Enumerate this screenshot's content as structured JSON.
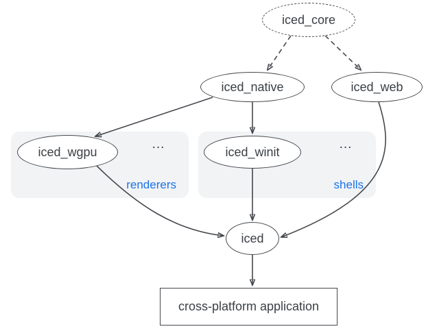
{
  "colors": {
    "stroke": "#44474c",
    "text": "#3a3f44",
    "accent": "#1a73e8",
    "group-fill": "#f1f3f5",
    "node-fill": "#ffffff",
    "bg": "#ffffff"
  },
  "nodes": {
    "iced_core": {
      "label": "iced_core",
      "shape": "ellipse",
      "border": "dashed"
    },
    "iced_native": {
      "label": "iced_native",
      "shape": "ellipse",
      "border": "solid"
    },
    "iced_web": {
      "label": "iced_web",
      "shape": "ellipse",
      "border": "solid"
    },
    "iced_wgpu": {
      "label": "iced_wgpu",
      "shape": "ellipse",
      "border": "solid"
    },
    "iced_winit": {
      "label": "iced_winit",
      "shape": "ellipse",
      "border": "solid"
    },
    "iced": {
      "label": "iced",
      "shape": "ellipse",
      "border": "solid"
    },
    "app": {
      "label": "cross-platform application",
      "shape": "rect",
      "border": "solid"
    }
  },
  "groups": {
    "renderers": {
      "label": "renderers",
      "ellipsis": "...",
      "contains": [
        "iced_wgpu"
      ]
    },
    "shells": {
      "label": "shells",
      "ellipsis": "...",
      "contains": [
        "iced_winit"
      ]
    }
  },
  "edges": [
    {
      "from": "iced_core",
      "to": "iced_native",
      "style": "dashed"
    },
    {
      "from": "iced_core",
      "to": "iced_web",
      "style": "dashed"
    },
    {
      "from": "iced_native",
      "to": "iced_wgpu",
      "style": "solid"
    },
    {
      "from": "iced_native",
      "to": "iced_winit",
      "style": "solid"
    },
    {
      "from": "iced_wgpu",
      "to": "iced",
      "style": "solid"
    },
    {
      "from": "iced_winit",
      "to": "iced",
      "style": "solid"
    },
    {
      "from": "iced_web",
      "to": "iced",
      "style": "solid"
    },
    {
      "from": "iced",
      "to": "app",
      "style": "solid"
    }
  ]
}
